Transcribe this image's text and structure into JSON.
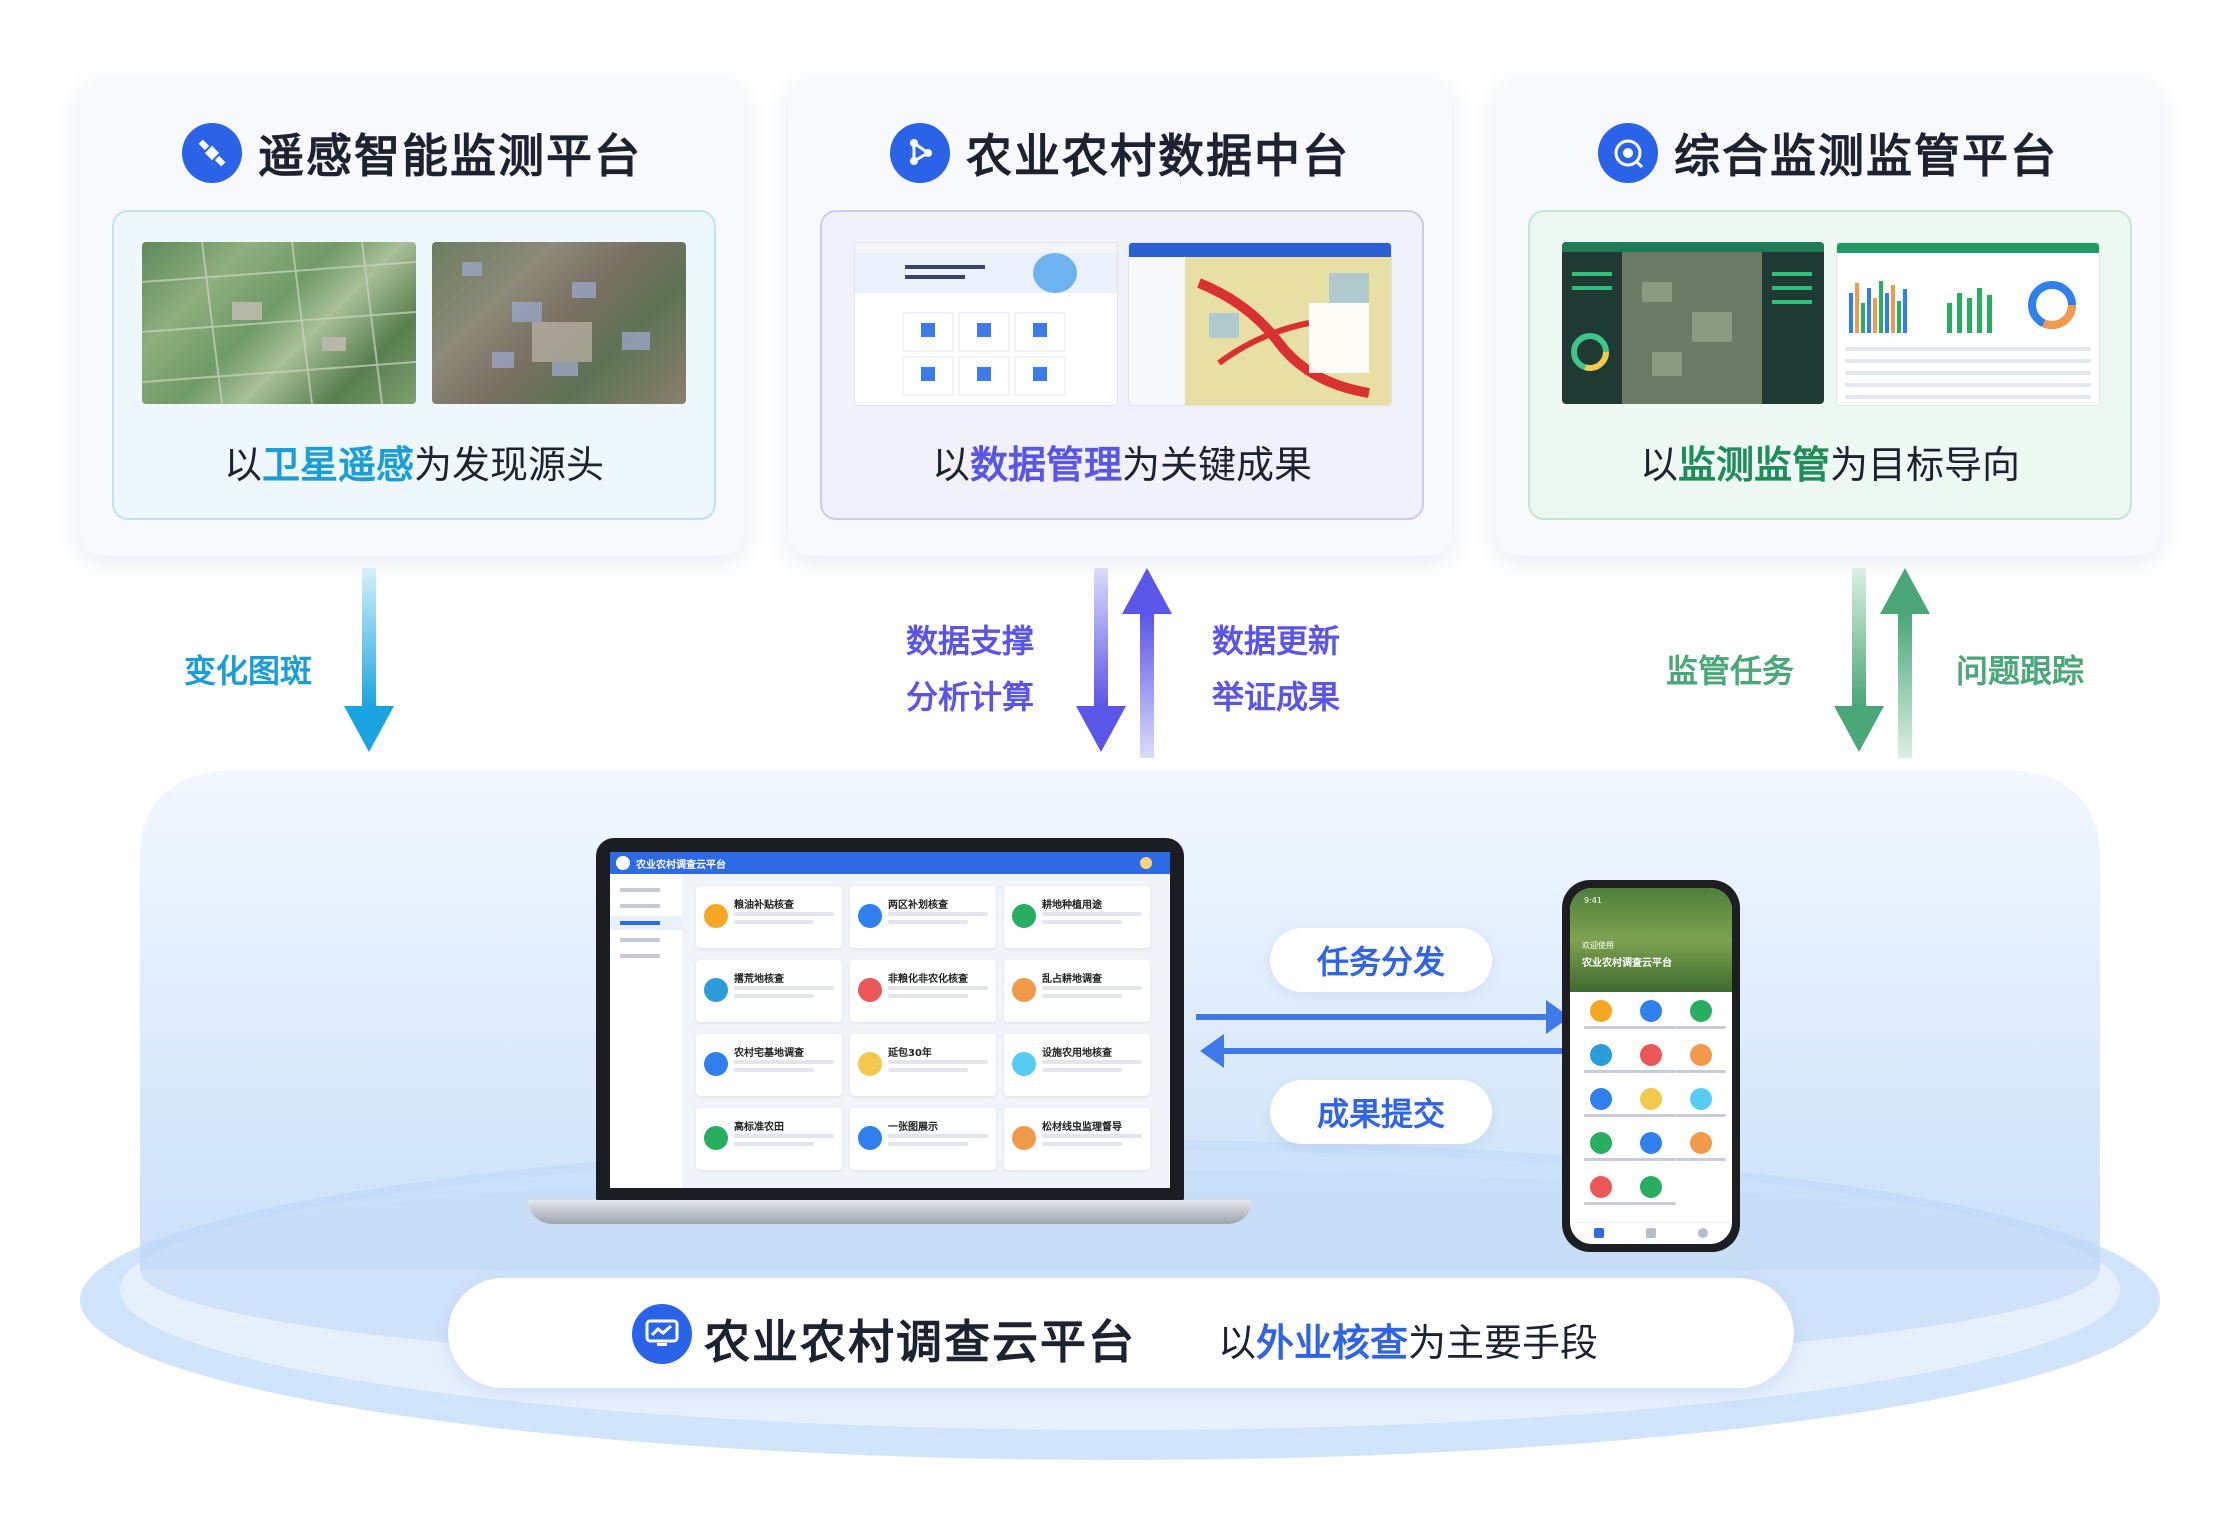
{
  "top_cards": [
    {
      "title": "遥感智能监测平台",
      "slogan_pre": "以",
      "slogan_hl": "卫星遥感",
      "slogan_post": "为发现源头",
      "icon": "satellite-icon"
    },
    {
      "title": "农业农村数据中台",
      "slogan_pre": "以",
      "slogan_hl": "数据管理",
      "slogan_post": "为关键成果",
      "icon": "network-nodes-icon"
    },
    {
      "title": "综合监测监管平台",
      "slogan_pre": "以",
      "slogan_hl": "监测监管",
      "slogan_post": "为目标导向",
      "icon": "eye-icon"
    }
  ],
  "flows": {
    "remote_sensing_down": "变化图斑",
    "data_down_line1": "数据支撑",
    "data_down_line2": "分析计算",
    "data_up_line1": "数据更新",
    "data_up_line2": "举证成果",
    "supervision_down": "监管任务",
    "supervision_up": "问题跟踪"
  },
  "device_flows": {
    "task_dispatch": "任务分发",
    "result_submit": "成果提交"
  },
  "laptop_app": {
    "title": "农业农村调查云平台",
    "tiles": [
      {
        "label": "粮油补贴核查",
        "color": "#f5a623"
      },
      {
        "label": "两区补划核查",
        "color": "#2f80ed"
      },
      {
        "label": "耕地种植用途",
        "color": "#27ae60"
      },
      {
        "label": "撂荒地核查",
        "color": "#2d9cdb"
      },
      {
        "label": "非粮化非农化核查",
        "color": "#eb5757"
      },
      {
        "label": "乱占耕地调查",
        "color": "#f2994a"
      },
      {
        "label": "农村宅基地调查",
        "color": "#2f80ed"
      },
      {
        "label": "延包30年",
        "color": "#f2c94c"
      },
      {
        "label": "设施农用地核查",
        "color": "#56ccf2"
      },
      {
        "label": "高标准农田",
        "color": "#27ae60"
      },
      {
        "label": "一张图展示",
        "color": "#2f80ed"
      },
      {
        "label": "松材线虫监理督导",
        "color": "#f2994a"
      }
    ]
  },
  "phone_app": {
    "time": "9:41",
    "greeting": "欢迎使用",
    "title": "农业农村调查云平台"
  },
  "bottom_platform": {
    "title": "农业农村调查云平台",
    "slogan_pre": "以",
    "slogan_hl": "外业核查",
    "slogan_post": "为主要手段",
    "icon": "monitor-chart-icon"
  }
}
